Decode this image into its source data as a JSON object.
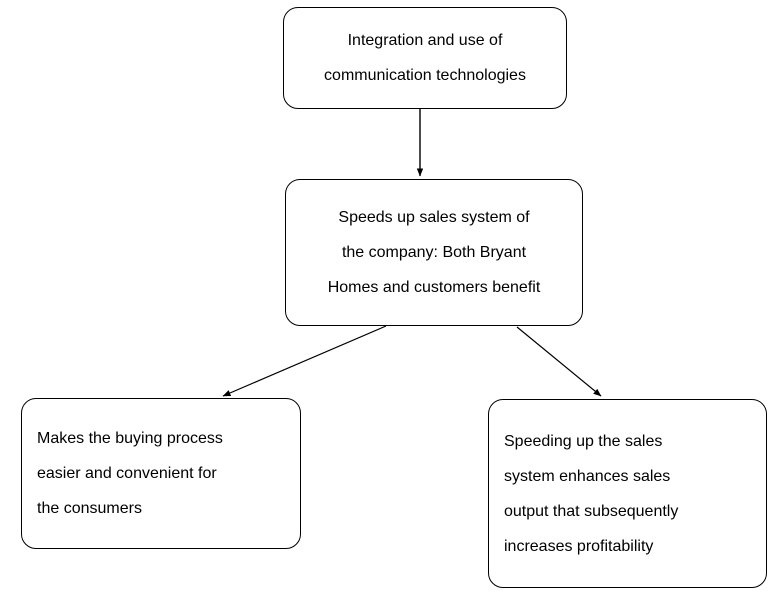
{
  "diagram": {
    "title_text": "",
    "background_color": "#ffffff",
    "stroke_color": "#000000",
    "text_color": "#000000",
    "nodes": [
      {
        "id": "top",
        "name": "integration-and-use-of-communication-technologies",
        "align": "center",
        "lines": [
          "Integration and use of",
          "communication technologies"
        ]
      },
      {
        "id": "middle",
        "name": "speeds-up-sales-system",
        "align": "center",
        "lines": [
          "Speeds up sales system of",
          "the company: Both Bryant",
          "Homes and customers benefit"
        ]
      },
      {
        "id": "left",
        "name": "makes-buying-process-easier",
        "align": "left",
        "lines": [
          "Makes the buying process",
          "easier and convenient for",
          "the consumers"
        ]
      },
      {
        "id": "right",
        "name": "speeding-up-sales-increases-profitability",
        "align": "left",
        "lines": [
          "Speeding up the sales",
          "system enhances sales",
          "output that subsequently",
          "increases profitability"
        ]
      }
    ],
    "edges": [
      {
        "id": "top-to-middle",
        "from": "top",
        "to": "middle",
        "style": "straight-arrow",
        "direction": "down"
      },
      {
        "id": "middle-to-left",
        "from": "middle",
        "to": "left",
        "style": "straight-arrow",
        "direction": "down-left"
      },
      {
        "id": "middle-to-right",
        "from": "middle",
        "to": "right",
        "style": "straight-arrow",
        "direction": "down-right"
      }
    ]
  }
}
